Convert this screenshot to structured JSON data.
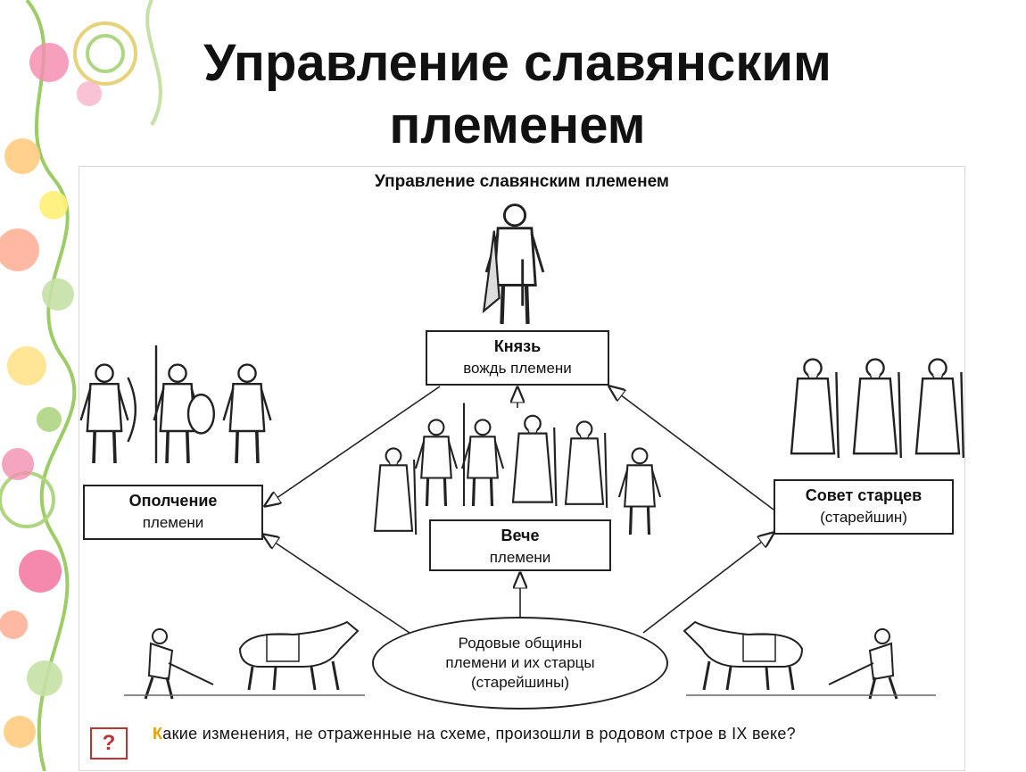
{
  "slide": {
    "title_line1": "Управление славянским",
    "title_line2": "племенем"
  },
  "scheme": {
    "title": "Управление славянским племенем",
    "prince": {
      "main": "Князь",
      "sub": "вождь племени"
    },
    "militia": {
      "main": "Ополчение",
      "sub": "племени"
    },
    "council": {
      "main": "Совет старцев",
      "sub": "(старейшин)"
    },
    "veche": {
      "main": "Вече",
      "sub": "племени"
    },
    "clans": {
      "line1": "Родовые общины",
      "line2": "племени и их старцы",
      "line3": "(старейшины)"
    }
  },
  "question": {
    "icon": "?",
    "first_letter": "К",
    "text": "акие изменения, не отраженные на схеме, произошли в родовом строе в IX веке?"
  },
  "colors": {
    "question_accent": "#e8a000",
    "icon_border": "#b33333"
  },
  "icons": [
    "question-icon",
    "warrior-figure",
    "elder-figure",
    "prince-figure",
    "ploughman-figure",
    "horse-figure"
  ]
}
